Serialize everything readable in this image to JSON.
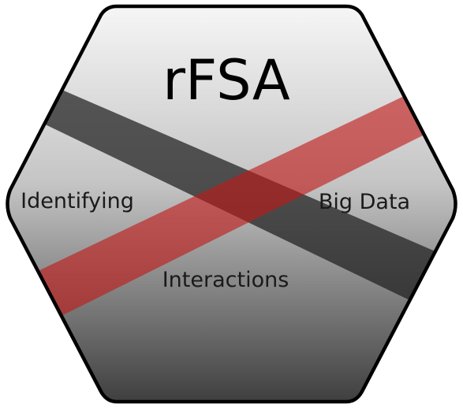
{
  "logo": {
    "title": "rFSA",
    "labels": {
      "left": "Identifying",
      "right": "Big Data",
      "bottom": "Interactions"
    },
    "colors": {
      "hex_top": "#f4f4f4",
      "hex_mid": "#b8b8b8",
      "hex_bottom": "#4a4a4a",
      "outline": "#000000",
      "dark_band": "#1e1e1e",
      "red_band": "#c01818"
    }
  }
}
